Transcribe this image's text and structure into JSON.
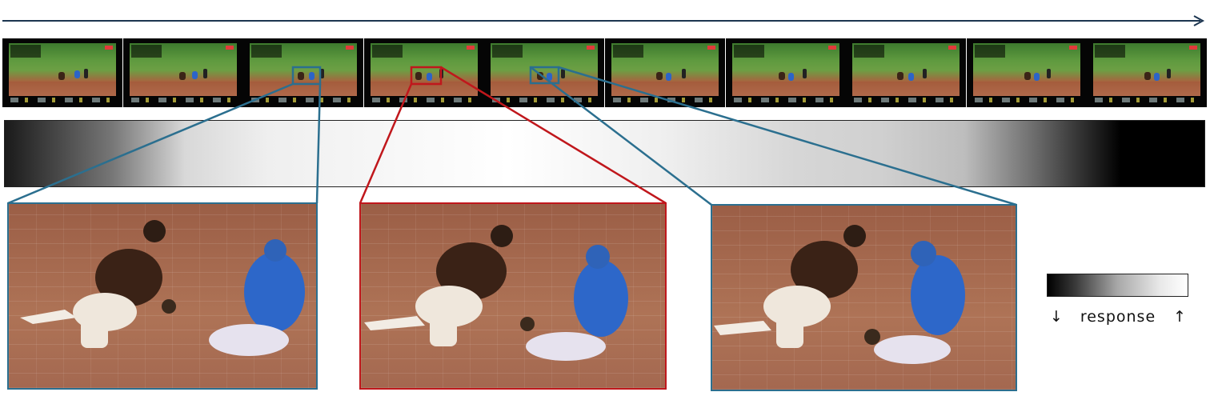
{
  "legend": {
    "label": "response",
    "low_glyph": "↓",
    "high_glyph": "↑"
  },
  "colors": {
    "blue_highlight": "#2b6f8f",
    "red_highlight": "#c0171c",
    "arrow": "#1c3550"
  },
  "filmstrip": {
    "frame_count": 10,
    "highlighted_frames": [
      {
        "frame": 3,
        "color": "blue"
      },
      {
        "frame": 4,
        "color": "red"
      },
      {
        "frame": 5,
        "color": "blue"
      }
    ]
  },
  "zoom_panels": [
    {
      "id": "zoom-left",
      "color": "blue",
      "source_frame": 3
    },
    {
      "id": "zoom-center",
      "color": "red",
      "source_frame": 4
    },
    {
      "id": "zoom-right",
      "color": "blue",
      "source_frame": 5
    }
  ]
}
